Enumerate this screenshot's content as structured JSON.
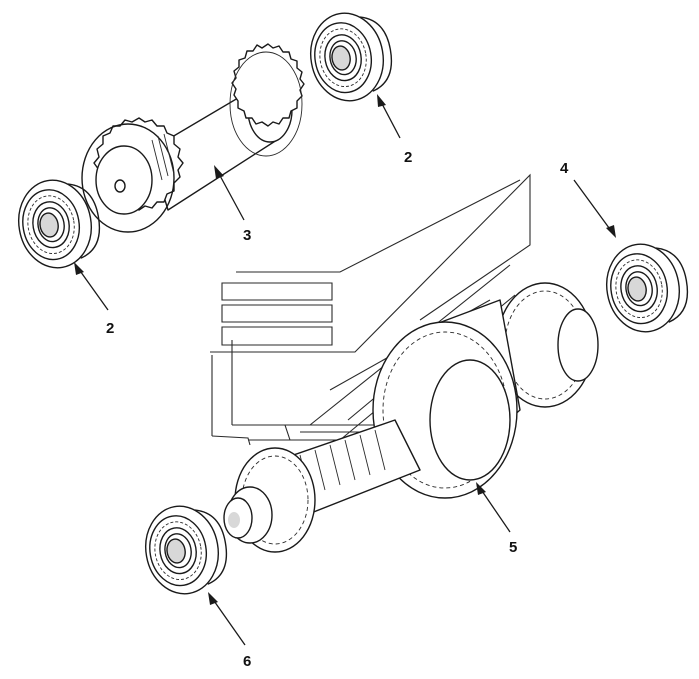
{
  "callouts": [
    {
      "id": "bearing-top-right",
      "label": "2"
    },
    {
      "id": "cluster-gear-shaft",
      "label": "3"
    },
    {
      "id": "bearing-left",
      "label": "2"
    },
    {
      "id": "bearing-right",
      "label": "4"
    },
    {
      "id": "mainshaft-gears",
      "label": "5"
    },
    {
      "id": "bearing-bottom",
      "label": "6"
    }
  ]
}
